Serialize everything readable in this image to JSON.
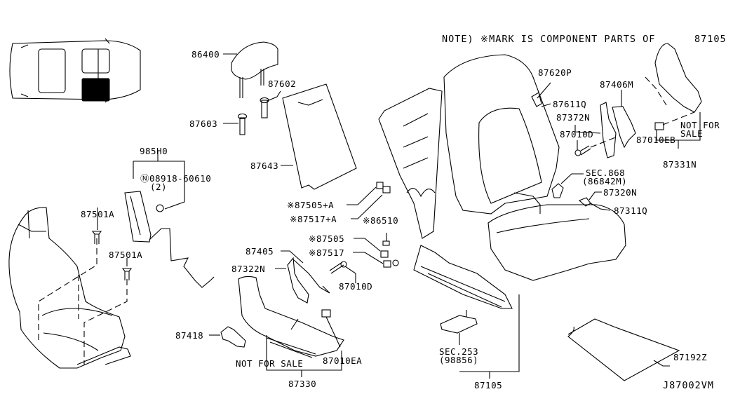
{
  "diagram": {
    "title_note": "NOTE) ※MARK IS COMPONENT PARTS OF",
    "note_part": "87105",
    "diagram_code": "J87002VM",
    "labels": {
      "p86400": "86400",
      "p87602": "87602",
      "p87603": "87603",
      "p985H0": "985H0",
      "p08918": "Ⓝ08918-60610",
      "p08918_qty": "(2)",
      "p87643": "87643",
      "p87501A_1": "87501A",
      "p87501A_2": "87501A",
      "p87505A": "※87505+A",
      "p87517A": "※87517+A",
      "p86510": "※86510",
      "p87505": "※87505",
      "p87517": "※87517",
      "p87405": "87405",
      "p87322N": "87322N",
      "p87010D_1": "87010D",
      "p87418": "87418",
      "not_for_sale_1": "NOT FOR SALE",
      "p87010EA": "87010EA",
      "p87330": "87330",
      "sec253": "SEC.253",
      "sec253_sub": "(98856)",
      "p87105": "87105",
      "p87620P": "87620P",
      "p87611Q": "87611Q",
      "p87406M": "87406M",
      "p87372N": "87372N",
      "p87010D_2": "87010D",
      "p87010EB": "87010EB",
      "not_for_sale_2a": "NOT FOR",
      "not_for_sale_2b": "SALE",
      "p87331N": "87331N",
      "sec868": "SEC.868",
      "sec868_sub": "(86842M)",
      "p87320N": "87320N",
      "p87311Q": "87311Q",
      "p87192Z": "87192Z"
    },
    "locator": {
      "highlighted_position": "front-right seat"
    }
  }
}
